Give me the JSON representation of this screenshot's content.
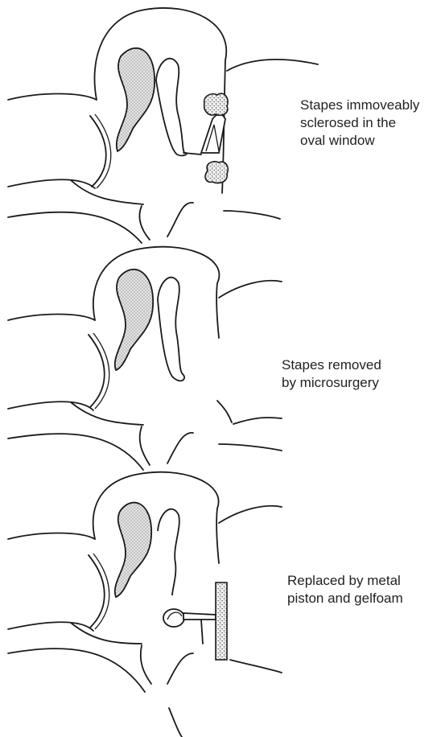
{
  "captions": {
    "panel_1": "Stapes immoveably\nsclerosed in the\noval window",
    "panel_2": "Stapes removed\nby microsurgery",
    "panel_3": "Replaced by metal\npiston and gelfoam"
  },
  "colors": {
    "ink": "#1a1a1a",
    "stipple": "#9a9a9a",
    "background": "#ffffff"
  }
}
